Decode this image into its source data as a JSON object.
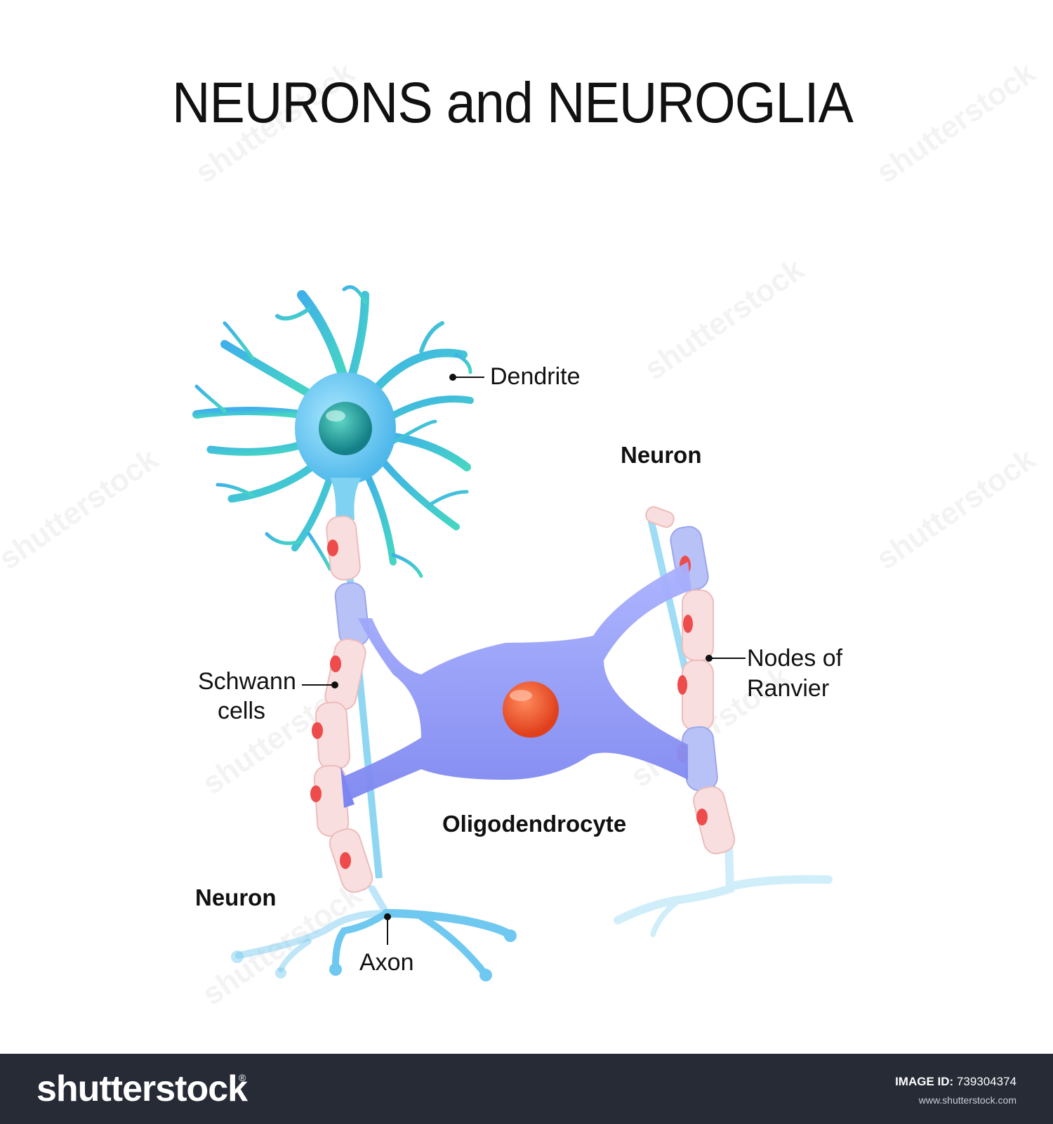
{
  "title": "NEURONS and NEUROGLIA",
  "labels": {
    "dendrite": "Dendrite",
    "neuron_top": "Neuron",
    "schwann_line1": "Schwann",
    "schwann_line2": "cells",
    "nodes_line1": "Nodes of",
    "nodes_line2": "Ranvier",
    "oligodendrocyte": "Oligodendrocyte",
    "neuron_bottom": "Neuron",
    "axon": "Axon"
  },
  "watermark": {
    "text": "shutterstock"
  },
  "footer": {
    "brand": "shutterstock",
    "brand_mark": "®",
    "image_id_label": "IMAGE ID:",
    "image_id_value": "739304374",
    "site": "www.shutterstock.com"
  },
  "colors": {
    "neuron_body": "#5ec6f0",
    "dendrite": "#4bb6e8",
    "nucleus_neuron": "#1f9c9a",
    "oligodendrocyte": "#8f98f5",
    "oligo_nucleus": "#ef5a2e",
    "myelin": "#f7dcdc",
    "node": "#ee4c4c",
    "footer_bg": "#262b36"
  }
}
